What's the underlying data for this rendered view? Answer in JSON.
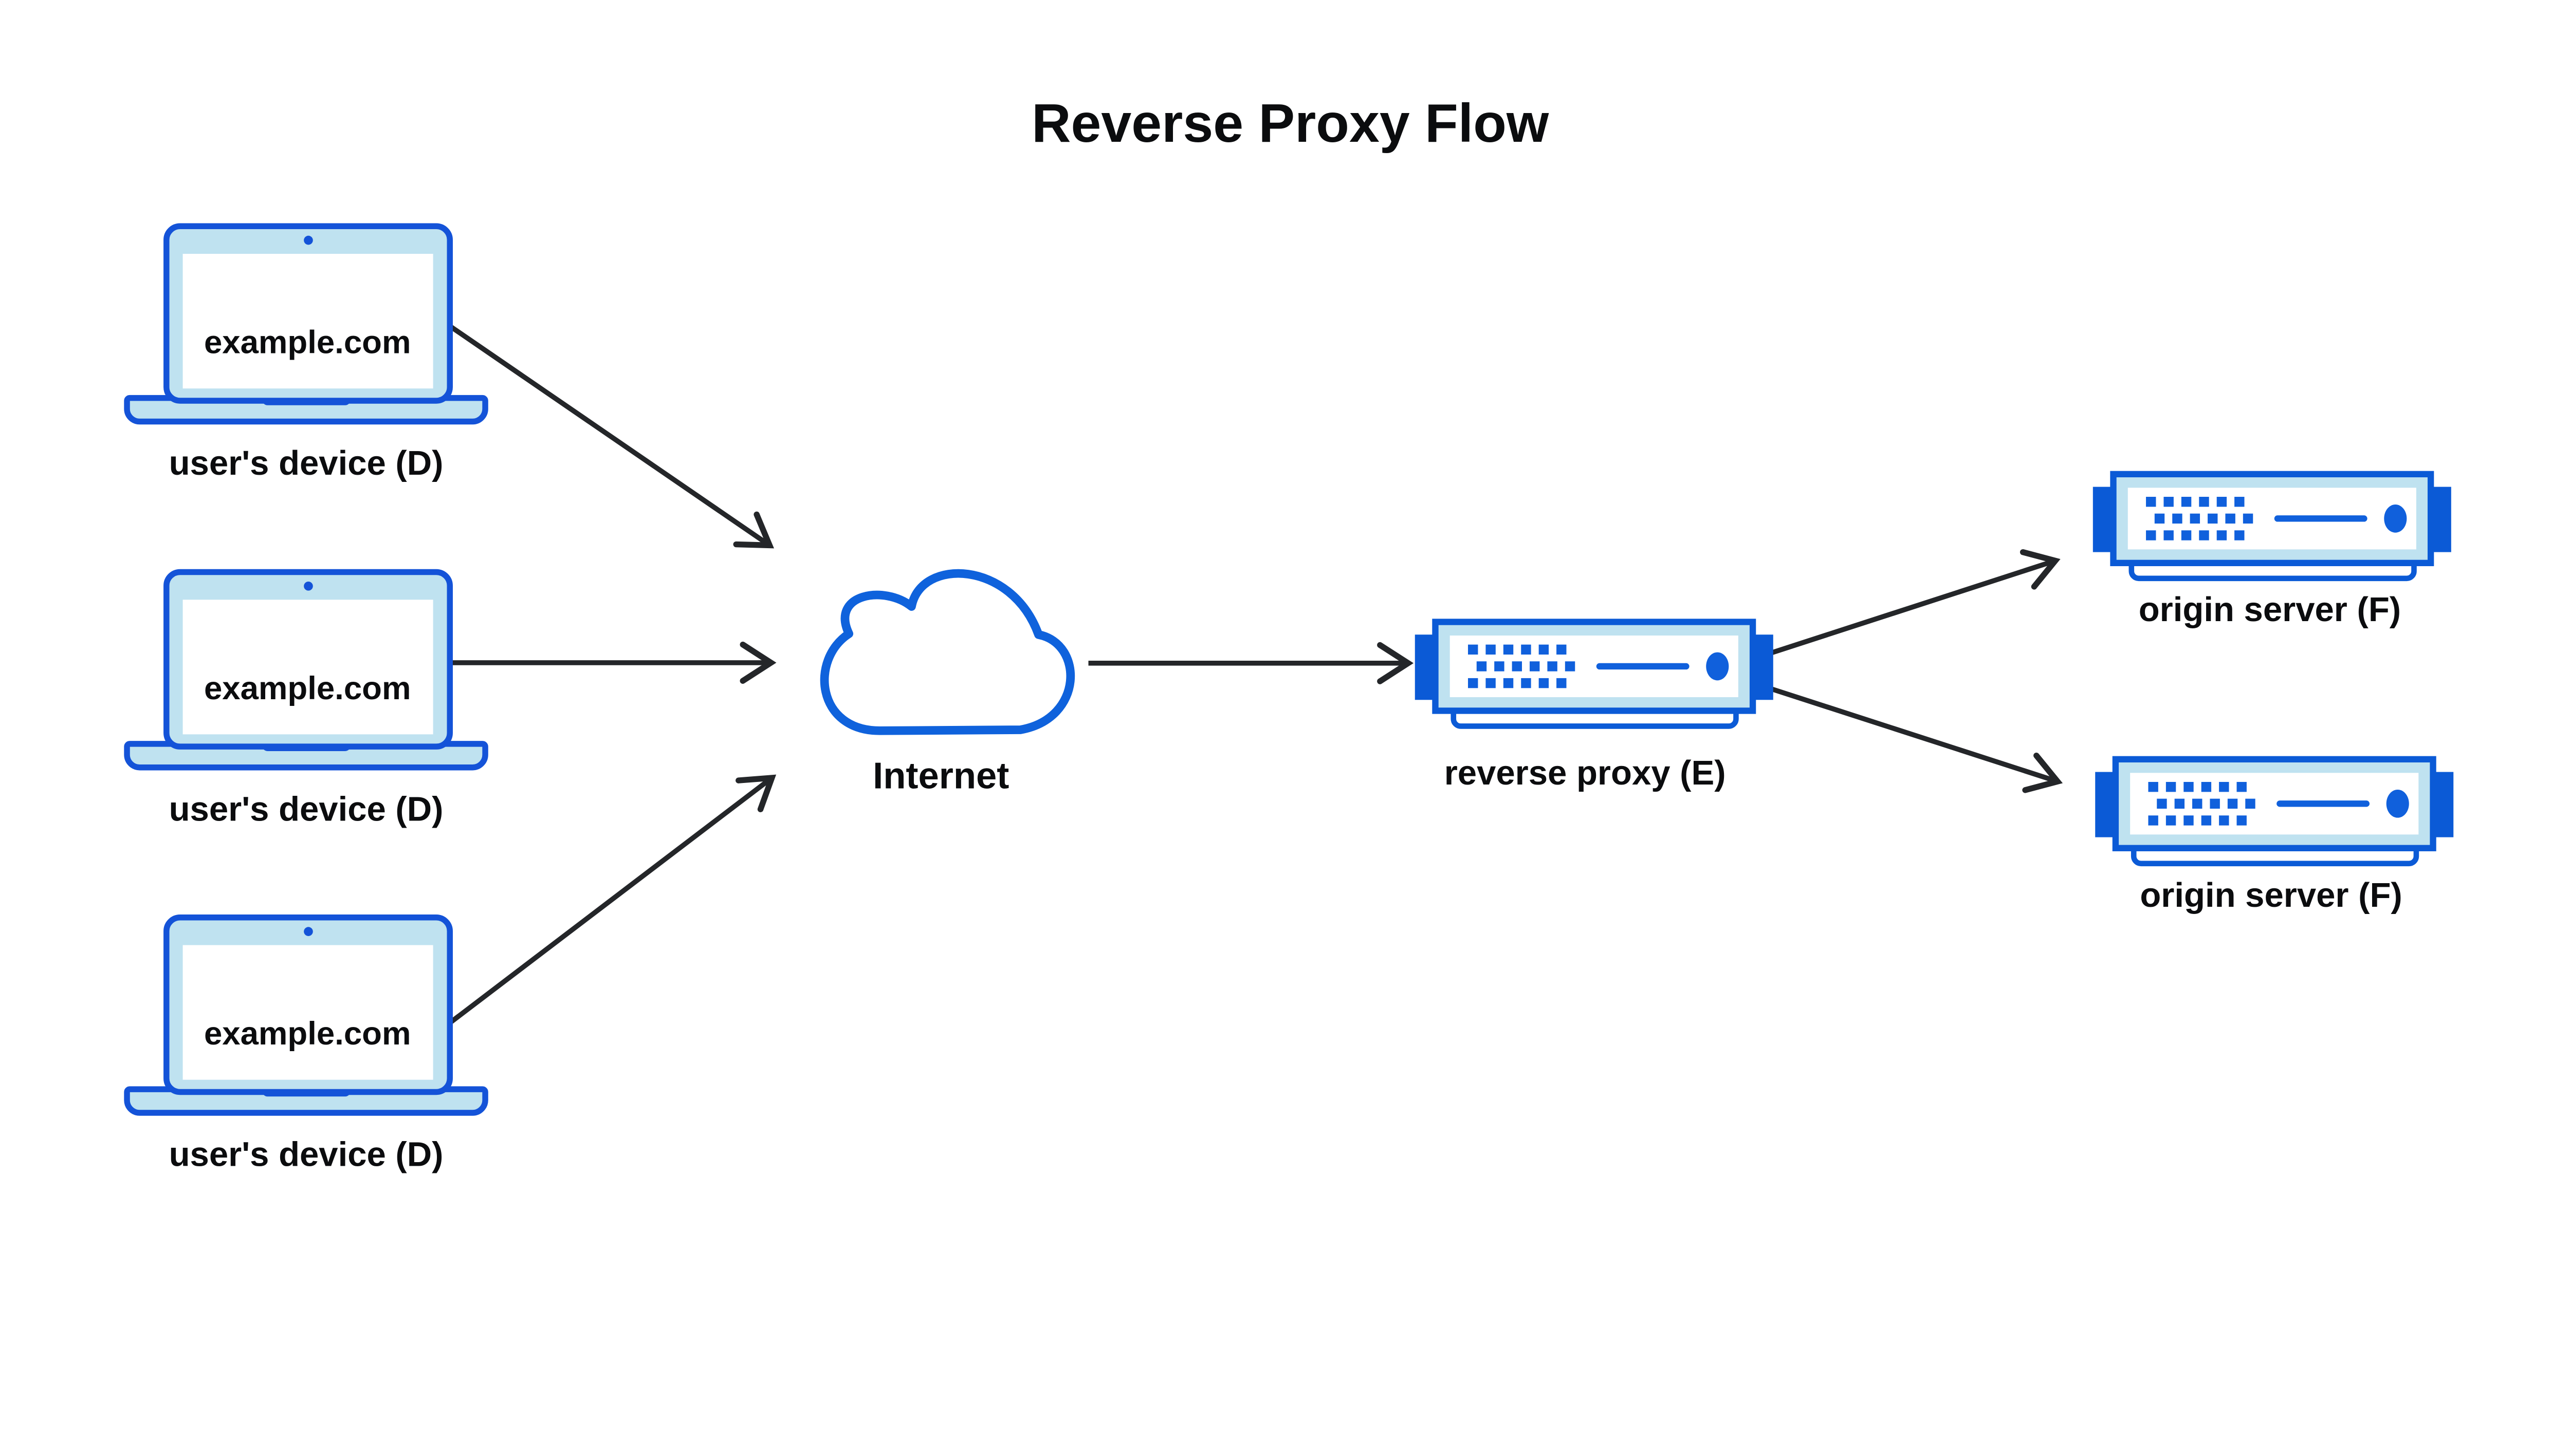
{
  "title": "Reverse Proxy Flow",
  "colors": {
    "background": "#ffffff",
    "device-stroke": "#1453d8",
    "server-stroke": "#0b5ad6",
    "cloud-stroke": "#0f62dc",
    "panel-fill": "#bfe2f0",
    "screen-fill": "#ffffff",
    "detail-blue": "#1060dc",
    "arrow": "#242629",
    "text": "#0b0c0e"
  },
  "icons": {
    "device": "laptop-icon",
    "internet": "cloud-icon",
    "reverse_proxy": "server-icon",
    "origin_server": "server-icon",
    "connector": "arrow-icon"
  },
  "nodes": {
    "devices": [
      {
        "screen_text": "example.com",
        "label": "user's device (D)"
      },
      {
        "screen_text": "example.com",
        "label": "user's device (D)"
      },
      {
        "screen_text": "example.com",
        "label": "user's device (D)"
      }
    ],
    "internet": {
      "label": "Internet"
    },
    "reverse_proxy": {
      "label": "reverse proxy (E)"
    },
    "origin_servers": [
      {
        "label": "origin server (F)"
      },
      {
        "label": "origin server (F)"
      }
    ]
  },
  "connections": [
    {
      "from": "user-device-1",
      "to": "internet"
    },
    {
      "from": "user-device-2",
      "to": "internet"
    },
    {
      "from": "user-device-3",
      "to": "internet"
    },
    {
      "from": "internet",
      "to": "reverse-proxy"
    },
    {
      "from": "reverse-proxy",
      "to": "origin-server-1"
    },
    {
      "from": "reverse-proxy",
      "to": "origin-server-2"
    }
  ]
}
